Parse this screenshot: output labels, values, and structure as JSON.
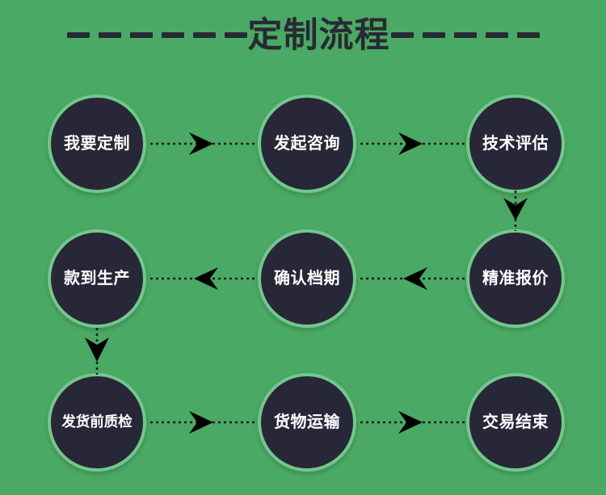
{
  "page": {
    "title": "定制流程",
    "background_color": "#4aa964",
    "node_fill_color": "#272738",
    "node_ring_color": "#74c78c",
    "text_color": "#ffffff",
    "title_color": "#272a33",
    "dash_count_left": 6,
    "dash_count_right": 5
  },
  "nodes": [
    {
      "id": "node-0",
      "label": "我要定制",
      "row": 1,
      "col": 1
    },
    {
      "id": "node-1",
      "label": "发起咨询",
      "row": 1,
      "col": 2
    },
    {
      "id": "node-2",
      "label": "技术评估",
      "row": 1,
      "col": 3
    },
    {
      "id": "node-3",
      "label": "精准报价",
      "row": 2,
      "col": 3
    },
    {
      "id": "node-4",
      "label": "确认档期",
      "row": 2,
      "col": 2
    },
    {
      "id": "node-5",
      "label": "款到生产",
      "row": 2,
      "col": 1
    },
    {
      "id": "node-6",
      "label": "发货前质检",
      "row": 3,
      "col": 1
    },
    {
      "id": "node-7",
      "label": "货物运输",
      "row": 3,
      "col": 2
    },
    {
      "id": "node-8",
      "label": "交易结束",
      "row": 3,
      "col": 3
    }
  ],
  "connectors": [
    {
      "id": "conn-0",
      "from": "我要定制",
      "to": "发起咨询",
      "direction": "right"
    },
    {
      "id": "conn-1",
      "from": "发起咨询",
      "to": "技术评估",
      "direction": "right"
    },
    {
      "id": "conn-2",
      "from": "技术评估",
      "to": "精准报价",
      "direction": "down"
    },
    {
      "id": "conn-3",
      "from": "精准报价",
      "to": "确认档期",
      "direction": "left"
    },
    {
      "id": "conn-4",
      "from": "确认档期",
      "to": "款到生产",
      "direction": "left"
    },
    {
      "id": "conn-5",
      "from": "款到生产",
      "to": "发货前质检",
      "direction": "down"
    },
    {
      "id": "conn-6",
      "from": "发货前质检",
      "to": "货物运输",
      "direction": "right"
    },
    {
      "id": "conn-7",
      "from": "货物运输",
      "to": "交易结束",
      "direction": "right"
    }
  ]
}
